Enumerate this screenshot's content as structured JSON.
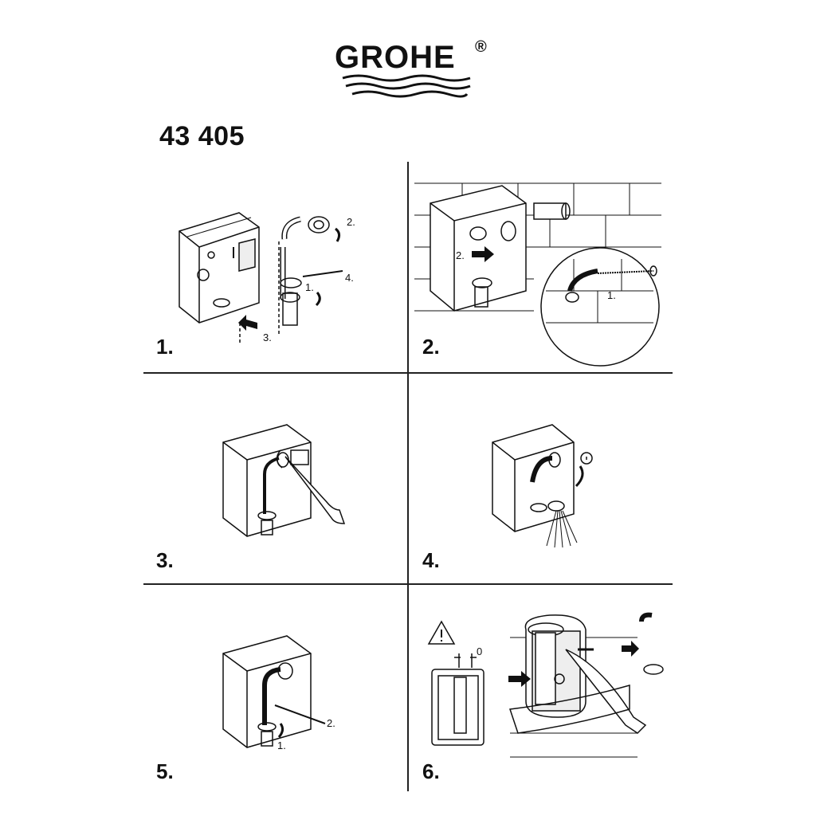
{
  "brand": {
    "name": "GROHE",
    "registered": "®"
  },
  "product_number": "43 405",
  "steps": [
    {
      "number": "1.",
      "callouts": [
        "1.",
        "2.",
        "3.",
        "4."
      ]
    },
    {
      "number": "2.",
      "callouts": [
        "2.",
        "1."
      ]
    },
    {
      "number": "3.",
      "callouts": []
    },
    {
      "number": "4.",
      "callouts": []
    },
    {
      "number": "5.",
      "callouts": [
        "1.",
        "2."
      ]
    },
    {
      "number": "6.",
      "callouts": [
        "0"
      ]
    }
  ],
  "warning_icon": "warning-triangle-icon"
}
